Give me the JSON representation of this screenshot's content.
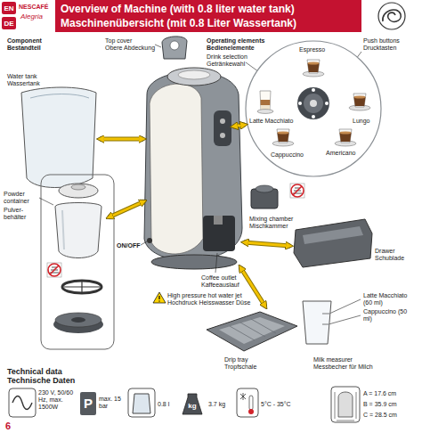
{
  "diagram": {
    "title": "Overview of Machine (with 0.8 liter water tank)",
    "nodes": [
      {
        "text": [
          "EN"
        ]
      },
      {
        "text": [
          "DE"
        ]
      },
      {
        "text": [
          "P"
        ]
      },
      {
        "text": [
          "kg"
        ]
      }
    ],
    "labels": [
      "NESCAFÉ",
      "Alegria",
      "Maschinenübersicht (mit 0.8 Liter Wassertank)",
      "Component",
      "Bestandteil",
      "Top cover",
      "Obere Abdeckung",
      "Operating elements",
      "Bedienelemente",
      "Push buttons",
      "Drucktasten",
      "Drink selection",
      "Getränkewahl",
      "Espresso",
      "Lungo",
      "Latte Macchiato",
      "Cappuccino",
      "Americano",
      "Water tank",
      "Wassertank",
      "Powder container",
      "Pulver- behälter",
      "ON/OFF",
      "Mixing chamber",
      "Mischkammer",
      "Drawer",
      "Schublade",
      "Coffee outlet",
      "Kaffeeauslauf",
      "High pressure hot water jet",
      "Hochdruck Heisswasser Düse",
      "Drip tray",
      "Tropfschale",
      "Latte Macchiato (60 ml)",
      "Cappuccino (50 ml)",
      "Milk measurer",
      "Messbecher für Milch",
      "Technical data",
      "Technische Daten",
      "230 V, 50/60 Hz, max. 1500W",
      "max. 15 bar",
      "0.8 l",
      "3.7 kg",
      "5°C - 35°C",
      "A = 17.6 cm",
      "B = 35.9 cm",
      "C = 28.5 cm",
      "6"
    ]
  }
}
